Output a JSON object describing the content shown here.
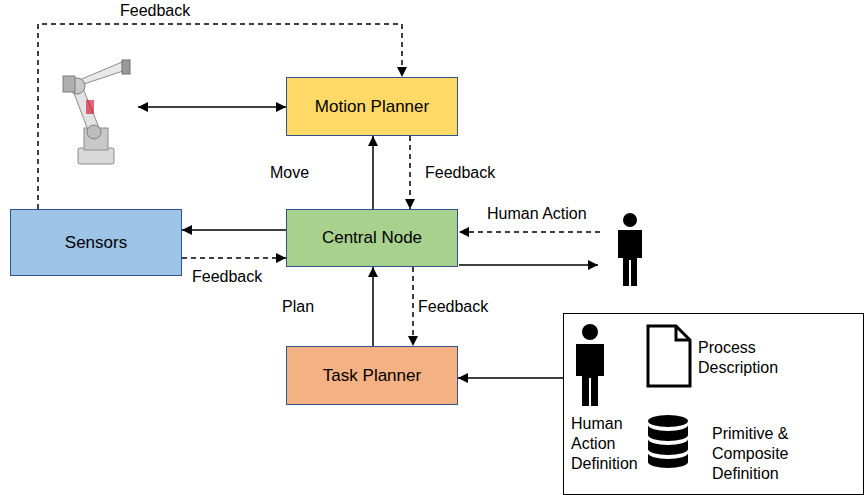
{
  "diagram": {
    "nodes": [
      {
        "text": [
          "Motion Planner"
        ]
      },
      {
        "text": [
          "Sensors"
        ]
      },
      {
        "text": [
          "Central Node"
        ]
      },
      {
        "text": [
          "Task Planner"
        ]
      },
      {
        "text": [
          "Process Description",
          "Human Action Definition",
          "Primitive & Composite Definition"
        ]
      }
    ],
    "edges": [
      {
        "from": 2,
        "to": 0,
        "arrow": "to",
        "label": "Move"
      },
      {
        "from": 0,
        "to": 2,
        "arrow": "to",
        "label": "Feedback"
      },
      {
        "from": 2,
        "to": 1,
        "arrow": "to"
      },
      {
        "from": 1,
        "to": 2,
        "arrow": "to",
        "label": "Feedback"
      },
      {
        "from": 3,
        "to": 2,
        "arrow": "to",
        "label": "Plan"
      },
      {
        "from": 2,
        "to": 3,
        "arrow": "to",
        "label": "Feedback"
      },
      {
        "from": 1,
        "to": 0,
        "arrow": "to",
        "label": "Feedback"
      },
      {
        "from": 4,
        "to": 3,
        "arrow": "to"
      }
    ],
    "labels": [
      "Human Action"
    ]
  }
}
